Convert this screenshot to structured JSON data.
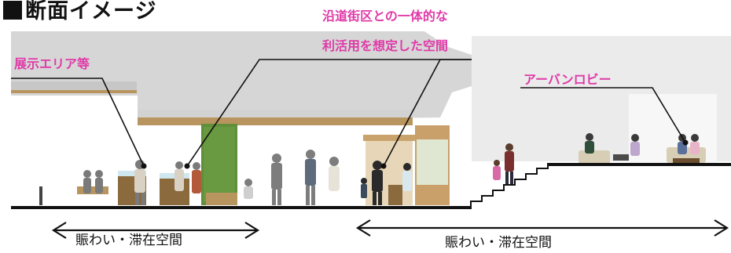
{
  "title": "断面イメージ",
  "callouts": {
    "top_line1": "沿道街区との一体的な",
    "top_line2": "利活用を想定した空間",
    "left": "展示エリア等",
    "right": "アーバンロビー"
  },
  "captions": {
    "left": "賑わい・滞在空間",
    "right": "賑わい・滞在空間"
  },
  "colors": {
    "accent": "#e03aa8",
    "ground": "#111111",
    "building": "#d9d9d9",
    "green_wall": "#5f8f3a",
    "wood": "#b8955e"
  }
}
